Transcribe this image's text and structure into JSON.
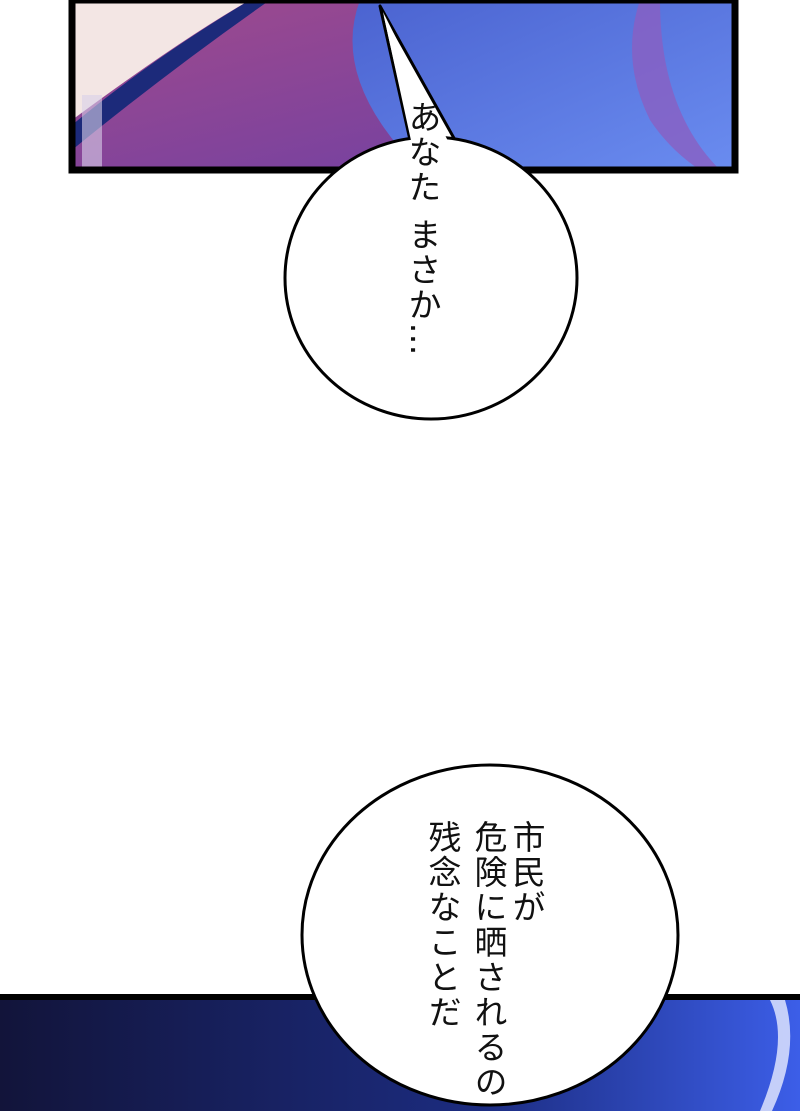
{
  "panels": {
    "top": {
      "colors": [
        "#f3e6e4",
        "#1c2a7a",
        "#7b3d8e",
        "#5b7fe0"
      ]
    },
    "bottom": {
      "colors": [
        "#12163a",
        "#1a2b7a",
        "#3d5fe6"
      ]
    }
  },
  "bubbles": [
    {
      "lines": [
        "あなた まさか…"
      ]
    },
    {
      "lines": [
        "市民が",
        "危険に晒されるの",
        "残念なことだ"
      ]
    }
  ]
}
